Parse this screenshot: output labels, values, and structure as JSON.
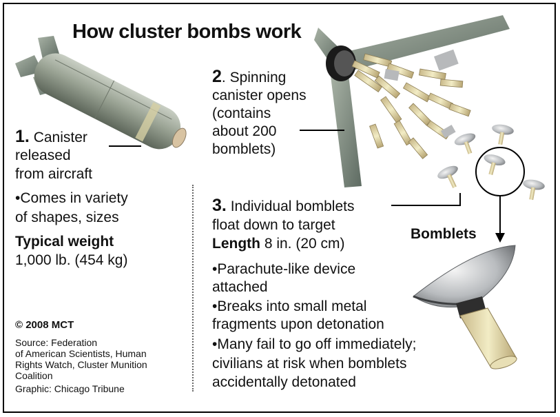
{
  "title": "How cluster bombs work",
  "step1": {
    "number": "1.",
    "line1": "Canister",
    "line2": "released",
    "line3": "from aircraft",
    "bullet_line1": "Comes in variety",
    "bullet_line2": "of shapes, sizes",
    "weight_label": "Typical weight",
    "weight_value": "1,000 lb. (454 kg)"
  },
  "step2": {
    "number": "2",
    "line1": ". Spinning",
    "line2": "canister opens",
    "line3": "(contains",
    "line4": "about 200",
    "line5": "bomblets)"
  },
  "step3": {
    "number": "3.",
    "line1": "Individual bomblets",
    "line2": "float down to target",
    "length_label": "Length",
    "length_value": "8 in. (20 cm)",
    "bullets": [
      {
        "line1": "Parachute-like device",
        "line2": "attached"
      },
      {
        "line1": "Breaks into small metal",
        "line2": "fragments upon detonation"
      },
      {
        "line1": "Many fail to go off immediately;",
        "line2": "civilians at risk when bomblets",
        "line3": "accidentally detonated"
      }
    ]
  },
  "bomblets_label": "Bomblets",
  "credits": {
    "copyright": "© 2008 MCT",
    "source_l1": "Source: Federation",
    "source_l2": "of American Scientists, Human",
    "source_l3": "Rights Watch, Cluster Munition",
    "source_l4": "Coalition",
    "graphic": "Graphic: Chicago Tribune"
  }
}
